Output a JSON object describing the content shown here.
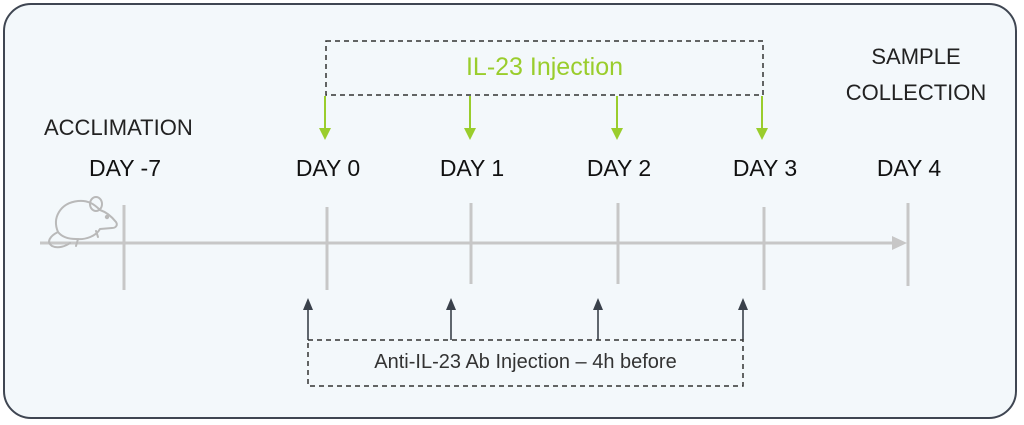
{
  "timeline": {
    "days": [
      {
        "label": "DAY -7"
      },
      {
        "label": "DAY 0"
      },
      {
        "label": "DAY 1"
      },
      {
        "label": "DAY 2"
      },
      {
        "label": "DAY 3"
      },
      {
        "label": "DAY 4"
      }
    ],
    "acclimation_label": "ACCLIMATION",
    "sample_collection_line1": "SAMPLE",
    "sample_collection_line2": "COLLECTION"
  },
  "il23_box": {
    "label": "IL-23 Injection"
  },
  "anti_box": {
    "label": "Anti-IL-23 Ab Injection – 4h before"
  },
  "colors": {
    "green": "#9acd2c",
    "axis": "#c7c7c7",
    "dark_arrow": "#3a414b",
    "frame": "#3f4652",
    "background": "#f3f8fb"
  },
  "icons": {
    "mouse": "mouse-icon"
  }
}
